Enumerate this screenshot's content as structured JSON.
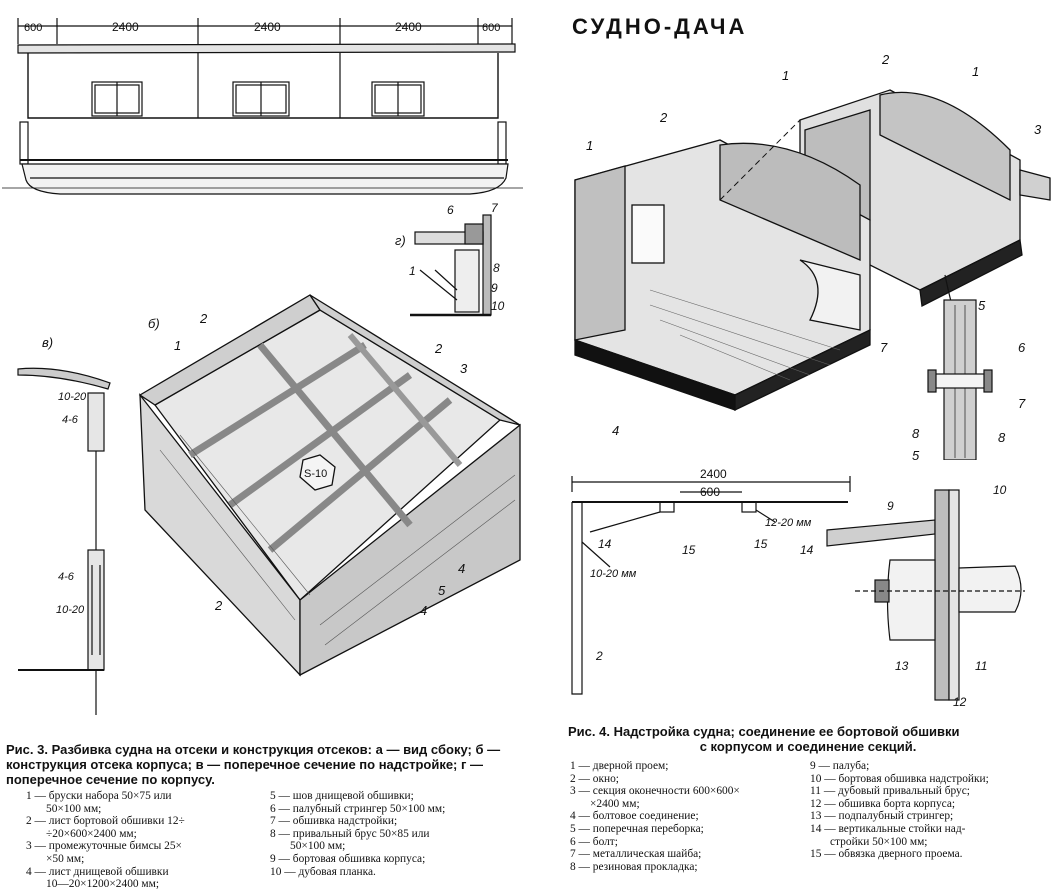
{
  "title": "СУДНО-ДАЧА",
  "fig3": {
    "dims": [
      "600",
      "2400",
      "2400",
      "2400",
      "600"
    ],
    "panel_b": "б)",
    "panel_v": "в)",
    "panel_g": "г)",
    "center_label": "S-10",
    "labels": {
      "n1": "1",
      "n2": "2",
      "n3": "3",
      "n4": "4",
      "n5": "5",
      "n6": "6",
      "n7": "7",
      "n8": "8",
      "n9": "9",
      "n10": "10"
    },
    "section_dims": [
      "10-20",
      "4-6",
      "4-6",
      "10-20"
    ],
    "caption": "Рис. 3. Разбивка судна на отсеки и конструкция отсеков: а — вид сбоку; б — конструкция отсека корпуса; в — поперечное сечение по надстройке; г — поперечное сечение по корпусу.",
    "legend_left": [
      "1 — бруски набора 50×75 или",
      "50×100 мм;",
      "2 — лист бортовой обшивки 12÷",
      "÷20×600×2400 мм;",
      "3 — промежуточные бимсы 25×",
      "×50 мм;",
      "4 — лист днищевой обшивки",
      "10—20×1200×2400 мм;"
    ],
    "legend_right": [
      "5 — шов днищевой обшивки;",
      "6 — палубный стрингер 50×100 мм;",
      "7 — обшивка надстройки;",
      "8 — привальный брус 50×85 или",
      "50×100 мм;",
      "9 — бортовая обшивка корпуса;",
      "10 — дубовая планка."
    ]
  },
  "fig4": {
    "labels": {
      "n1": "1",
      "n2": "2",
      "n3": "3",
      "n4": "4",
      "n5": "5",
      "n6": "6",
      "n7": "7",
      "n8": "8",
      "n9": "9",
      "n10": "10",
      "n11": "11",
      "n12": "12",
      "n13": "13",
      "n14": "14",
      "n15": "15"
    },
    "dim_2400": "2400",
    "dim_600": "600",
    "dim_12_20": "12-20 мм",
    "dim_10_20": "10-20 мм",
    "caption_line1": "Рис. 4. Надстройка судна; соединение ее бортовой обшивки",
    "caption_line2": "с корпусом и соединение секций.",
    "legend_left": [
      "1 — дверной проем;",
      "2 — окно;",
      "3 — секция оконечности 600×600×",
      "×2400 мм;",
      "4 — болтовое соединение;",
      "5 — поперечная переборка;",
      "6 — болт;",
      "7 — металлическая шайба;",
      "8 — резиновая прокладка;"
    ],
    "legend_right": [
      "9 — палуба;",
      "10 — бортовая обшивка надстройки;",
      "11 — дубовый привальный брус;",
      "12 — обшивка борта корпуса;",
      "13 — подпалубный стрингер;",
      "14 — вертикальные стойки над-",
      "стройки 50×100 мм;",
      "15 — обвязка дверного проема."
    ]
  }
}
